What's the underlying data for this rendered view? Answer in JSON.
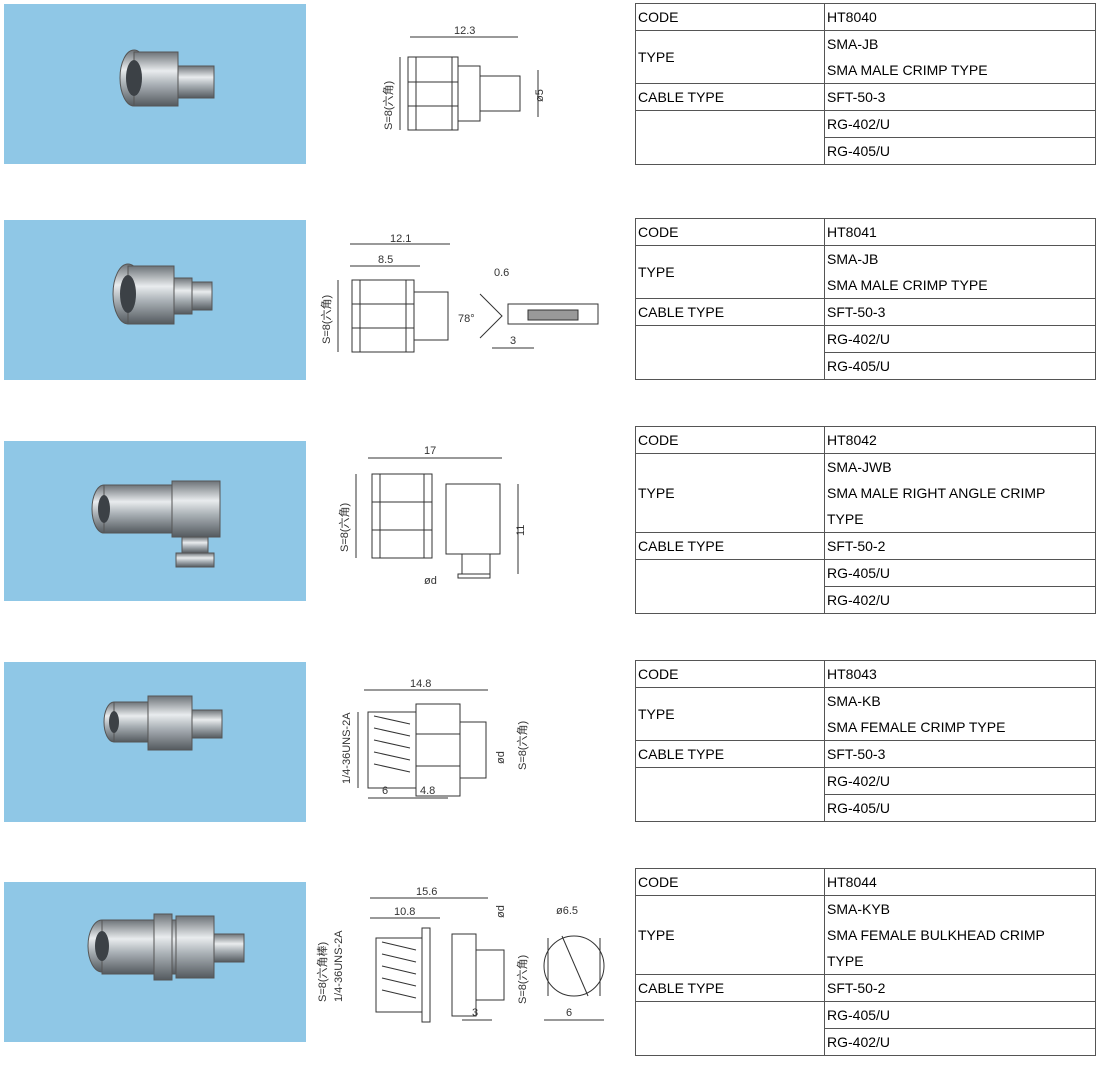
{
  "items": [
    {
      "code_label": "CODE",
      "code": "HT8040",
      "type_label": "TYPE",
      "type_lines": [
        "SMA-JB",
        "SMA MALE CRIMP TYPE"
      ],
      "cable_label": "CABLE TYPE",
      "cables": [
        "SFT-50-3",
        "RG-402/U",
        "RG-405/U"
      ],
      "dims": {
        "length": "12.3",
        "hex": "S=8(六角)",
        "dia": "ø5"
      }
    },
    {
      "code_label": "CODE",
      "code": "HT8041",
      "type_label": "TYPE",
      "type_lines": [
        "SMA-JB",
        "SMA MALE CRIMP TYPE"
      ],
      "cable_label": "CABLE TYPE",
      "cables": [
        "SFT-50-3",
        "RG-402/U",
        "RG-405/U"
      ],
      "dims": {
        "length": "12.1",
        "length2": "8.5",
        "hex": "S=8(六角)",
        "gap": "0.6",
        "angle": "78°",
        "strip": "3"
      }
    },
    {
      "code_label": "CODE",
      "code": "HT8042",
      "type_label": "TYPE",
      "type_lines": [
        "SMA-JWB",
        "SMA MALE RIGHT ANGLE CRIMP",
        "TYPE"
      ],
      "cable_label": "CABLE TYPE",
      "cables": [
        "SFT-50-2",
        "RG-405/U",
        "RG-402/U"
      ],
      "dims": {
        "length": "17",
        "hex": "S=8(六角)",
        "height": "11",
        "dia": "ød"
      }
    },
    {
      "code_label": "CODE",
      "code": "HT8043",
      "type_label": "TYPE",
      "type_lines": [
        "SMA-KB",
        "SMA FEMALE CRIMP TYPE"
      ],
      "cable_label": "CABLE TYPE",
      "cables": [
        "SFT-50-3",
        "RG-402/U",
        "RG-405/U"
      ],
      "dims": {
        "length": "14.8",
        "thread": "1/4-36UNS-2A",
        "hex": "S=8(六角)",
        "dia": "ød",
        "a": "6",
        "b": "4.8"
      }
    },
    {
      "code_label": "CODE",
      "code": "HT8044",
      "type_label": "TYPE",
      "type_lines": [
        "SMA-KYB",
        "SMA FEMALE BULKHEAD CRIMP",
        "TYPE"
      ],
      "cable_label": "CABLE TYPE",
      "cables": [
        "SFT-50-2",
        "RG-405/U",
        "RG-402/U"
      ],
      "dims": {
        "length": "15.6",
        "length2": "10.8",
        "hex1": "S=8(六角棒)",
        "thread": "1/4-36UNS-2A",
        "dia": "ød",
        "hex2": "S=8(六角)",
        "panel_dia": "ø6.5",
        "panel_w": "6",
        "c": "3"
      }
    }
  ]
}
